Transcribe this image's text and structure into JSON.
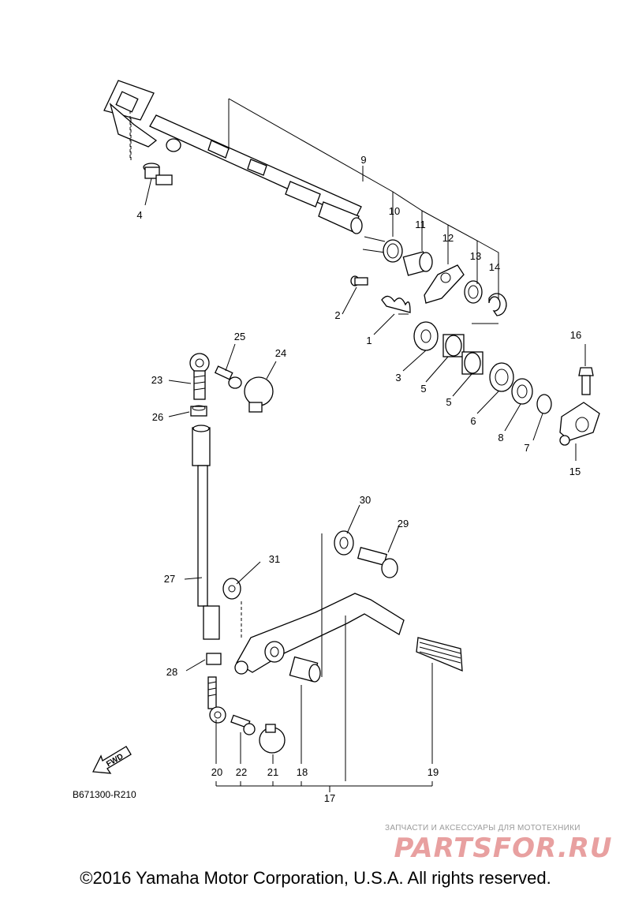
{
  "diagram": {
    "reference_code": "B671300-R210",
    "fwd_label": "FWD",
    "callouts": [
      "1",
      "2",
      "3",
      "4",
      "5",
      "5",
      "6",
      "7",
      "8",
      "9",
      "10",
      "11",
      "12",
      "13",
      "14",
      "15",
      "16",
      "17",
      "18",
      "19",
      "20",
      "21",
      "22",
      "23",
      "24",
      "25",
      "26",
      "27",
      "28",
      "29",
      "30",
      "31"
    ]
  },
  "watermark": {
    "tagline": "ЗАПЧАСТИ И АКСЕССУАРЫ ДЛЯ МОТОТЕХНИКИ",
    "brand": "PARTSFOR.RU",
    "color": "#e8a0a0"
  },
  "footer": {
    "copyright": "©2016 Yamaha Motor Corporation, U.S.A. All rights reserved."
  }
}
